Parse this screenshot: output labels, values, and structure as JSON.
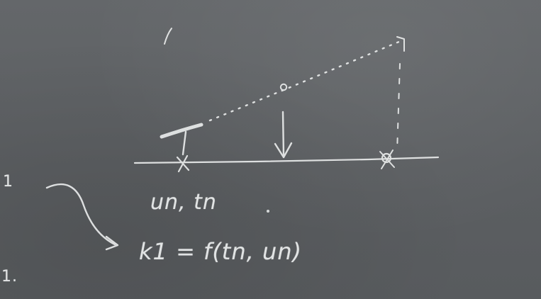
{
  "board": {
    "margin_mark_top": "1",
    "margin_mark_bottom": "1.",
    "point_label": "un, tn",
    "formula": "k1 = f(tn, un)",
    "chalk_color": "#eef0f0",
    "board_color": "#5f6264"
  }
}
